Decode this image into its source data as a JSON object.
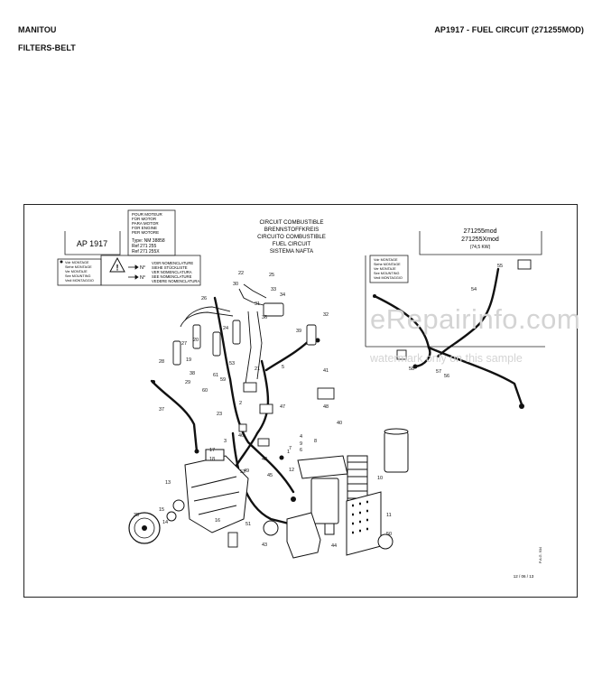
{
  "header": {
    "brand": "MANITOU",
    "section": "FILTERS-BELT",
    "title": "AP1917 - FUEL CIRCUIT (271255MOD)"
  },
  "drawing": {
    "plate_code": "AP 1917",
    "engine_box": {
      "lines": [
        "POUR MOTEUR",
        "FÜR MOTOR",
        "PARA MOTOR",
        "FOR ENGINE",
        "PER MOTORE"
      ],
      "type_ref": "Type: NM 38858",
      "refs": [
        "Ref 271 255",
        "Ref 271 255X"
      ]
    },
    "titles": [
      "CIRCUIT COMBUSTIBLE",
      "BRENNSTOFFKREIS",
      "CIRCUITO COMBUSTIBLE",
      "FUEL CIRCUIT",
      "SISTEMA NAFTA"
    ],
    "model_box": {
      "line1": "271255mod",
      "line2": "271255Xmod",
      "line3": "(74,5 KW)"
    },
    "nomenclature": [
      "VOIR NOMENCLATURE",
      "SIEHE STÜCKLISTE",
      "VER NOMENCLATURA",
      "SEE NOMENCLATURE",
      "VEDERE NOMENCLATURA"
    ],
    "montage_left": [
      "Voir MONTAGE",
      "Siehe MONTAGE",
      "Ver MONTAJE",
      "See MOUNTING",
      "Vedi MONTAGGIO"
    ],
    "montage_right": [
      "Voir MONTAGE",
      "Siehe MONTAGE",
      "Ver MONTAJE",
      "See MOUNTING",
      "Vedi MONTAGGIO"
    ],
    "n_symbol": "N°",
    "date": "12 / 06 / 13",
    "side_code": "P.A.G. 934",
    "callouts": [
      "1",
      "2",
      "3",
      "4",
      "5",
      "6",
      "7",
      "8",
      "9",
      "10",
      "11",
      "12",
      "13",
      "14",
      "15",
      "16",
      "17",
      "18",
      "19",
      "20",
      "21",
      "22",
      "23",
      "24",
      "25",
      "26",
      "27",
      "28",
      "29",
      "30",
      "31",
      "32",
      "33",
      "34",
      "35",
      "36",
      "37",
      "38",
      "39",
      "40",
      "41",
      "42",
      "43",
      "44",
      "45",
      "46",
      "47",
      "48",
      "49",
      "50",
      "51",
      "52",
      "53",
      "54",
      "55",
      "56",
      "57",
      "58",
      "59",
      "60",
      "61"
    ]
  },
  "watermark": {
    "main": "eRepairinfo.com",
    "sub": "watermark only on this sample"
  }
}
